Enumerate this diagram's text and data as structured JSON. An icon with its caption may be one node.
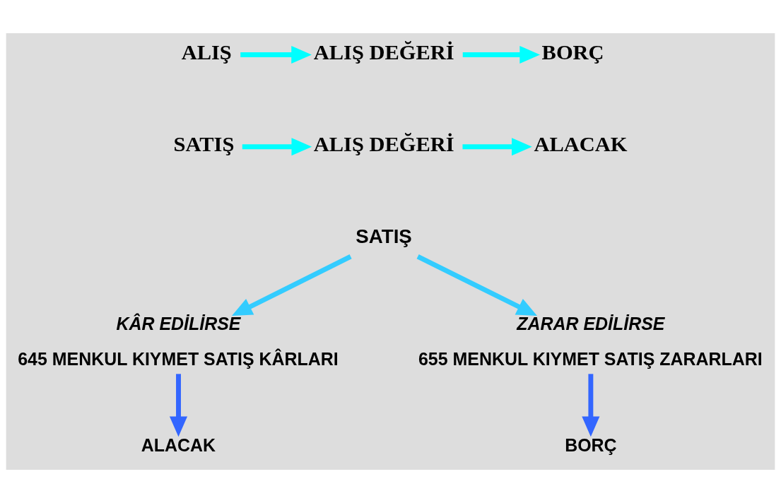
{
  "diagram": {
    "nodes": [
      {
        "text": [
          "ALIŞ"
        ]
      },
      {
        "text": [
          "ALIŞ DEĞERİ"
        ]
      },
      {
        "text": [
          "BORÇ"
        ]
      },
      {
        "text": [
          "SATIŞ"
        ]
      },
      {
        "text": [
          "ALIŞ DEĞERİ"
        ]
      },
      {
        "text": [
          "ALACAK"
        ]
      },
      {
        "text": [
          "SATIŞ"
        ]
      },
      {
        "text": [
          "KÂR EDİLİRSE",
          "645 MENKUL KIYMET SATIŞ KÂRLARI"
        ]
      },
      {
        "text": [
          "ZARAR EDİLİRSE",
          "655 MENKUL KIYMET SATIŞ ZARARLARI"
        ]
      },
      {
        "text": [
          "ALACAK"
        ]
      },
      {
        "text": [
          "BORÇ"
        ]
      }
    ],
    "edges": [
      {
        "from": 0,
        "to": 1,
        "arrow": "to"
      },
      {
        "from": 1,
        "to": 2,
        "arrow": "to"
      },
      {
        "from": 3,
        "to": 4,
        "arrow": "to"
      },
      {
        "from": 4,
        "to": 5,
        "arrow": "to"
      },
      {
        "from": 6,
        "to": 7,
        "arrow": "to",
        "color": "#33ccff"
      },
      {
        "from": 6,
        "to": 8,
        "arrow": "to",
        "color": "#33ccff"
      },
      {
        "from": 7,
        "to": 9,
        "arrow": "to",
        "color": "#3366ff"
      },
      {
        "from": 8,
        "to": 10,
        "arrow": "to",
        "color": "#3366ff"
      }
    ]
  }
}
